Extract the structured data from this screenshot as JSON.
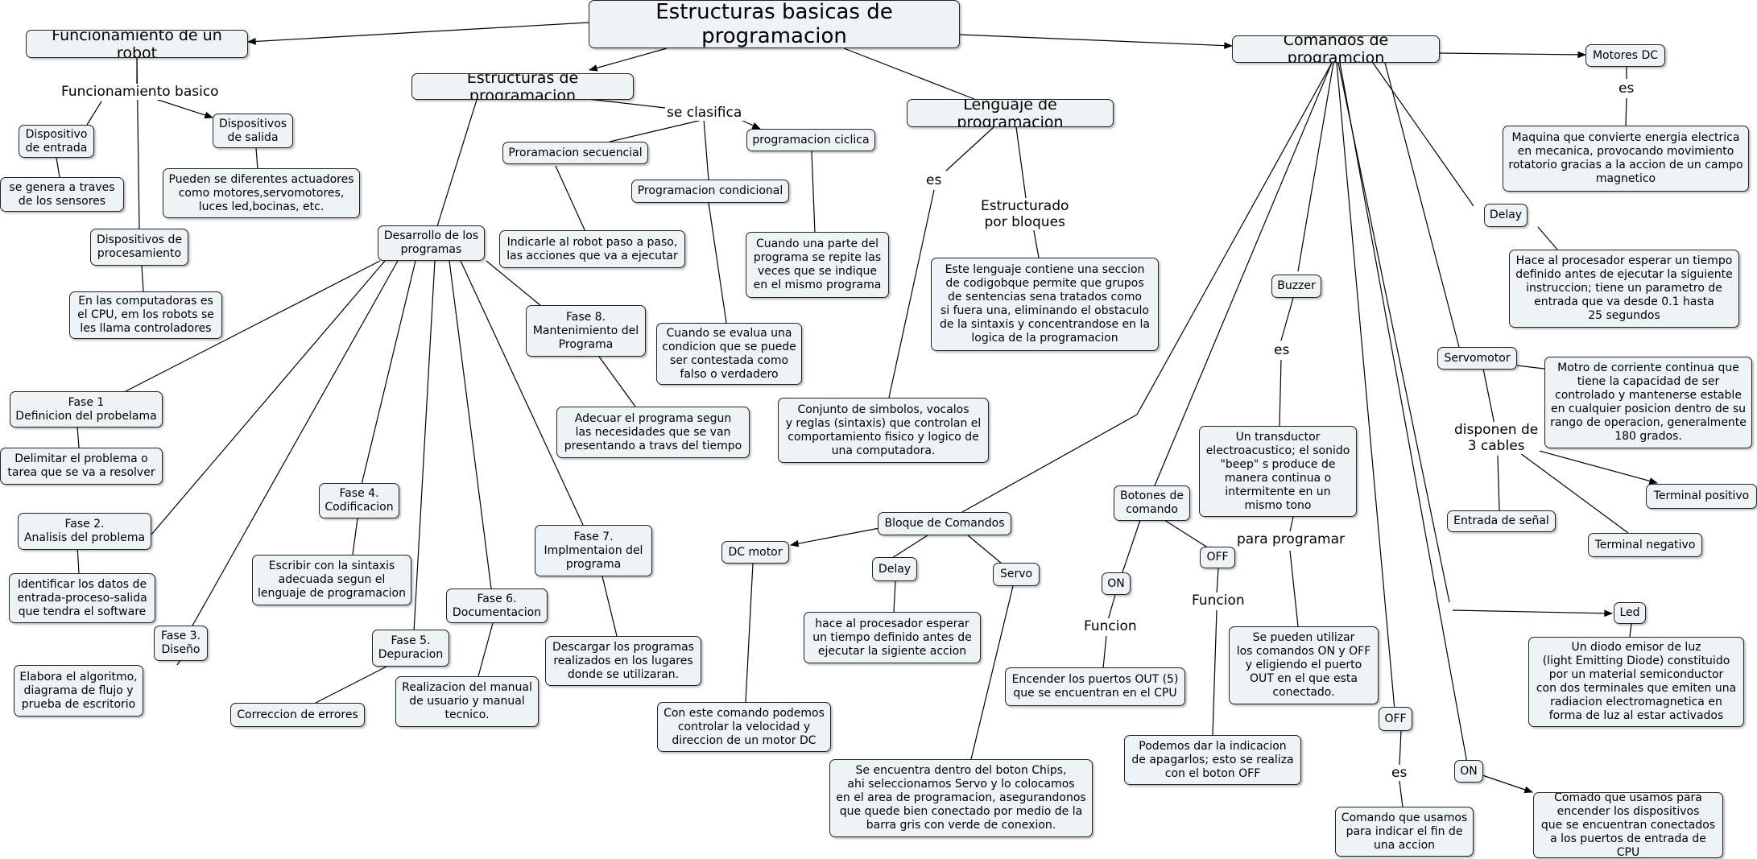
{
  "nodes": {
    "root": "Estructuras basicas de programacion",
    "funcionamiento": "Funcionamiento de un robot",
    "estructuras": "Estructuras de programacion",
    "lenguaje": "Lenguaje de programacion",
    "comandos": "Comandos de programcion",
    "disp_entrada": "Dispositivo\nde entrada",
    "disp_entrada_desc": "se genera a traves\nde los sensores",
    "disp_salida": "Dispositivos\nde salida",
    "disp_salida_desc": "Pueden se diferentes actuadores\ncomo motores,servomotores,\nluces led,bocinas, etc.",
    "disp_proc": "Dispositivos de\nprocesamiento",
    "disp_proc_desc": "En las computadoras es\nel CPU, em los robots se\nles llama controladores",
    "secuencial": "Proramacion secuencial",
    "secuencial_desc": "Indicarle al robot paso a paso,\nlas acciones que va a ejecutar",
    "condicional": "Programacion condicional",
    "condicional_desc": "Cuando se evalua una\ncondicion que se puede\nser contestada como\nfalso o verdadero",
    "ciclica": "programacion ciclica",
    "ciclica_desc": "Cuando una parte del\nprograma se repite las\nveces que se indique\nen el mismo programa",
    "desarrollo": "Desarrollo de los\nprogramas",
    "fase1": "Fase 1\nDefinicion del probelama",
    "fase1_desc": "Delimitar el problema o\ntarea que se va a resolver",
    "fase2": "Fase 2.\nAnalisis del problema",
    "fase2_desc": "Identificar los datos de\nentrada-proceso-salida\nque tendra el software",
    "fase3": "Fase 3.\nDiseño",
    "fase3_desc": "Elabora el algoritmo,\ndiagrama de flujo y\nprueba de escritorio",
    "fase4": "Fase 4.\nCodificacion",
    "fase4_desc": "Escribir con la sintaxis\nadecuada segun el\nlenguaje de programacion",
    "fase5": "Fase 5.\nDepuracion",
    "fase5_desc": "Correccion de errores",
    "fase6": "Fase 6.\nDocumentacion",
    "fase6_desc": "Realizacion del manual\nde usuario y manual\ntecnico.",
    "fase7": "Fase 7.\nImplmentaion del\nprograma",
    "fase7_desc": "Descargar los programas\nrealizados en los lugares\ndonde se utilizaran.",
    "fase8": "Fase 8.\nMantenimiento del\nPrograma",
    "fase8_desc": "Adecuar el programa segun\nlas necesidades que se van\npresentando a travs del tiempo",
    "lenguaje_def": "Conjunto de simbolos, vocalos\ny reglas (sintaxis) que controlan el\ncomportamiento fisico y logico de\nuna computadora.",
    "bloques_desc": "Este lenguaje contiene una seccion\nde codigobque permite que grupos\nde sentencias sena tratados como\nsi fuera una, eliminando el obstaculo\nde la sintaxis y concentrandose en la\nlogica de la programacion",
    "bloque_comandos": "Bloque de Comandos",
    "dc_motor": "DC motor",
    "dc_motor_desc": "Con este comando podemos\ncontrolar la velocidad y\ndireccion de un motor DC",
    "delay_b": "Delay",
    "delay_b_desc": "hace al procesador esperar\nun tiempo definido antes de\nejecutar la sigiente accion",
    "servo": "Servo",
    "servo_desc": "Se encuentra dentro del boton Chips,\nahi seleccionamos Servo y lo colocamos\nen el area de programacion, asegurandonos\nque quede bien conectado por medio de la\nbarra gris con verde de conexion.",
    "botones": "Botones de\ncomando",
    "on1": "ON",
    "on1_desc": "Encender los puertos OUT (5)\nque se encuentran en el CPU",
    "off1": "OFF",
    "off1_desc": "Podemos dar la indicacion\nde apagarlos; esto se realiza\ncon el boton OFF",
    "buzzer": "Buzzer",
    "buzzer_desc": "Un transductor\nelectroacustico; el sonido\n\"beep\" s produce de\nmanera continua o\nintermitente en un\nmismo tono",
    "buzzer_prog": "Se pueden utilizar\nlos comandos ON y OFF\ny eligiendo el puerto\nOUT en el que esta\nconectado.",
    "motores_dc": "Motores DC",
    "motores_dc_desc": "Maquina que convierte energia electrica\nen mecanica, provocando movimiento\nrotatorio gracias a la accion de un campo\nmagnetico",
    "delay_c": "Delay",
    "delay_c_desc": "Hace al procesador esperar un tiempo\ndefinido antes de ejecutar la siguiente\ninstruccion; tiene un parametro de\nentrada que va desde 0.1 hasta\n25 segundos",
    "servomotor": "Servomotor",
    "servomotor_desc": "Motro de corriente continua que\ntiene la capacidad de ser\ncontrolado y mantenerse estable\nen cualquier posicion dentro de su\nrango de operacion, generalmente\n180 grados.",
    "entrada_senal": "Entrada de señal",
    "terminal_pos": "Terminal positivo",
    "terminal_neg": "Terminal negativo",
    "led": "Led",
    "led_desc": "Un diodo emisor de luz\n(light Emitting Diode) constituido\npor un material semiconductor\ncon dos terminales que emiten una\nradiacion electromagnetica en\nforma de luz al estar activados",
    "off2": "OFF",
    "off2_desc": "Comando que usamos\npara indicar el fin de\nuna accion",
    "on2": "ON",
    "on2_desc": "Comado  que usamos para\nencender los dispositivos\nque se encuentran conectados\na los puertos de entrada de CPU"
  },
  "labels": {
    "funcionamiento_basico": "Funcionamiento basico",
    "se_clasifica": "se clasifica",
    "es_lenguaje": "es",
    "estructurado": "Estructurado\npor bloques",
    "es_motores": "es",
    "es_buzzer": "es",
    "para_programar": "para programar",
    "funcion_on": "Funcion",
    "funcion_off": "Funcion",
    "disponen": "disponen de\n3 cables",
    "es_off": "es"
  }
}
